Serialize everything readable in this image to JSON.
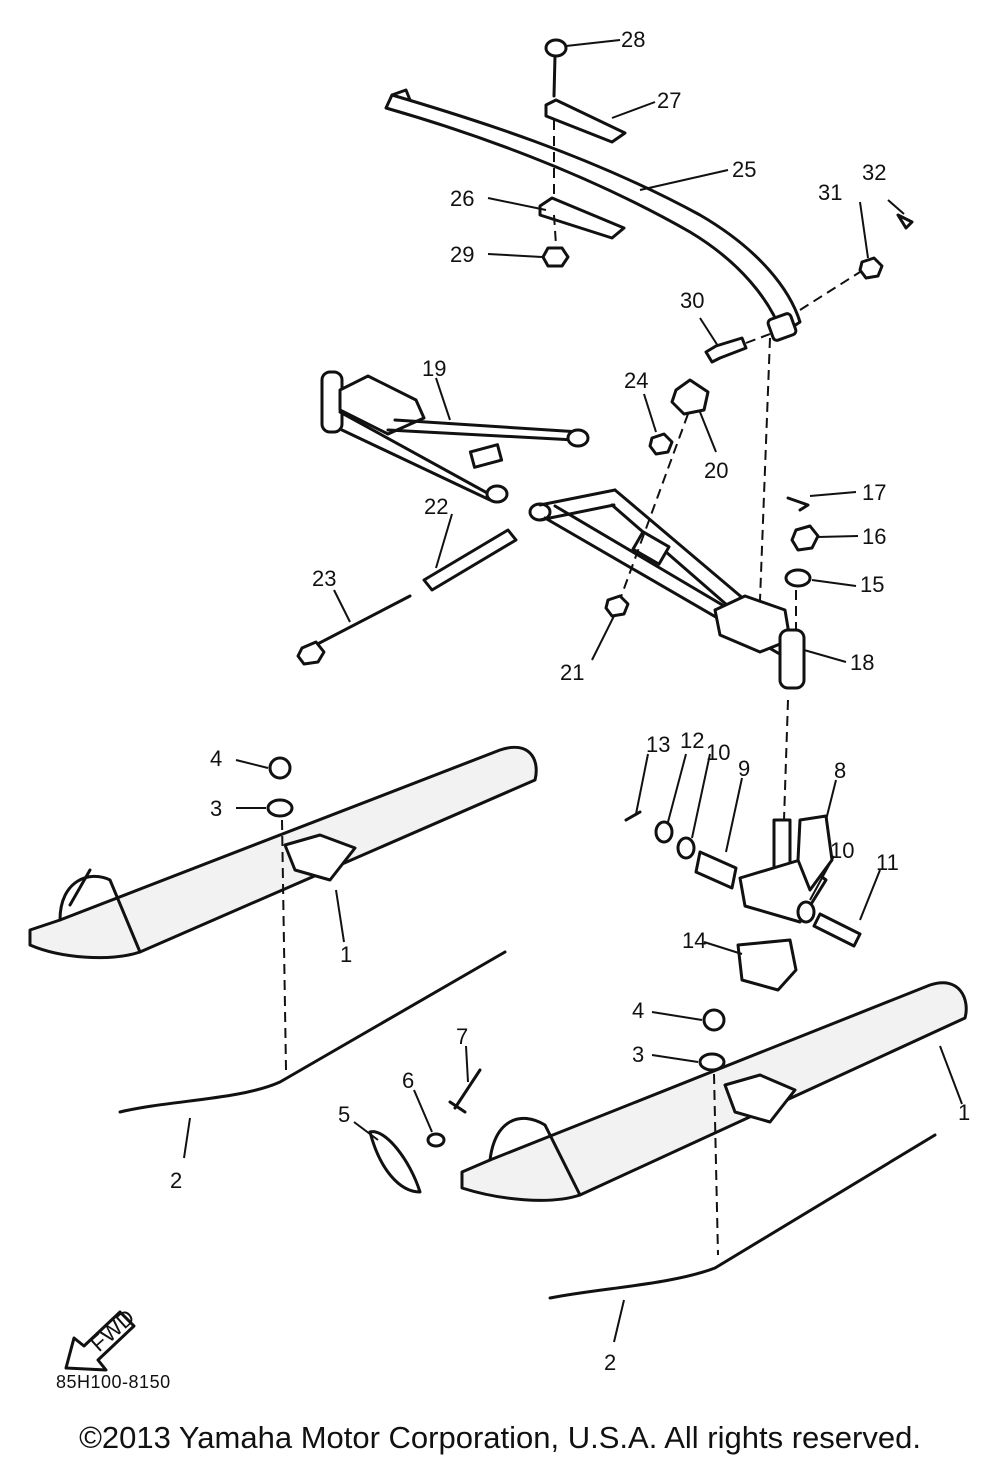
{
  "diagram": {
    "callouts": [
      {
        "id": "c28",
        "label": "28"
      },
      {
        "id": "c27",
        "label": "27"
      },
      {
        "id": "c25",
        "label": "25"
      },
      {
        "id": "c26",
        "label": "26"
      },
      {
        "id": "c29",
        "label": "29"
      },
      {
        "id": "c31",
        "label": "31"
      },
      {
        "id": "c32",
        "label": "32"
      },
      {
        "id": "c30",
        "label": "30"
      },
      {
        "id": "c19",
        "label": "19"
      },
      {
        "id": "c24",
        "label": "24"
      },
      {
        "id": "c20",
        "label": "20"
      },
      {
        "id": "c17",
        "label": "17"
      },
      {
        "id": "c16",
        "label": "16"
      },
      {
        "id": "c15",
        "label": "15"
      },
      {
        "id": "c22",
        "label": "22"
      },
      {
        "id": "c23",
        "label": "23"
      },
      {
        "id": "c21",
        "label": "21"
      },
      {
        "id": "c18",
        "label": "18"
      },
      {
        "id": "c13",
        "label": "13"
      },
      {
        "id": "c12",
        "label": "12"
      },
      {
        "id": "c10a",
        "label": "10"
      },
      {
        "id": "c9",
        "label": "9"
      },
      {
        "id": "c8",
        "label": "8"
      },
      {
        "id": "c10b",
        "label": "10"
      },
      {
        "id": "c11",
        "label": "11"
      },
      {
        "id": "c14",
        "label": "14"
      },
      {
        "id": "c4a",
        "label": "4"
      },
      {
        "id": "c3a",
        "label": "3"
      },
      {
        "id": "c1a",
        "label": "1"
      },
      {
        "id": "c4b",
        "label": "4"
      },
      {
        "id": "c3b",
        "label": "3"
      },
      {
        "id": "c1b",
        "label": "1"
      },
      {
        "id": "c7",
        "label": "7"
      },
      {
        "id": "c6",
        "label": "6"
      },
      {
        "id": "c5",
        "label": "5"
      },
      {
        "id": "c2a",
        "label": "2"
      },
      {
        "id": "c2b",
        "label": "2"
      }
    ],
    "fwd_label": "FWD",
    "fwd_icon": "arrow-left-down-icon",
    "ref_code": "85H100-8150"
  },
  "footer": {
    "copyright": "©2013 Yamaha Motor Corporation, U.S.A. All rights reserved."
  }
}
